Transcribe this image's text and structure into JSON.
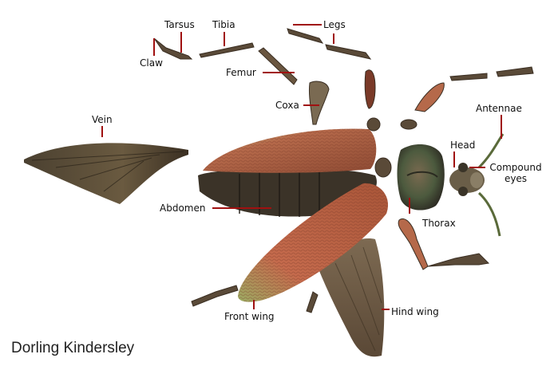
{
  "colors": {
    "leader": "#a01010",
    "wing_bronze": "#b56845",
    "wing_green": "#8d9a55",
    "hind_wing": "#6e5a44",
    "body_dark": "#3b3328",
    "thorax_green": "#4c5a3e"
  },
  "labels": {
    "tarsus": "Tarsus",
    "tibia": "Tibia",
    "legs": "Legs",
    "claw": "Claw",
    "femur": "Femur",
    "coxa": "Coxa",
    "antennae": "Antennae",
    "vein": "Vein",
    "head": "Head",
    "compound_eyes_line1": "Compound",
    "compound_eyes_line2": "eyes",
    "abdomen": "Abdomen",
    "thorax": "Thorax",
    "front_wing": "Front wing",
    "hind_wing": "Hind wing"
  },
  "credit": "Dorling Kindersley"
}
